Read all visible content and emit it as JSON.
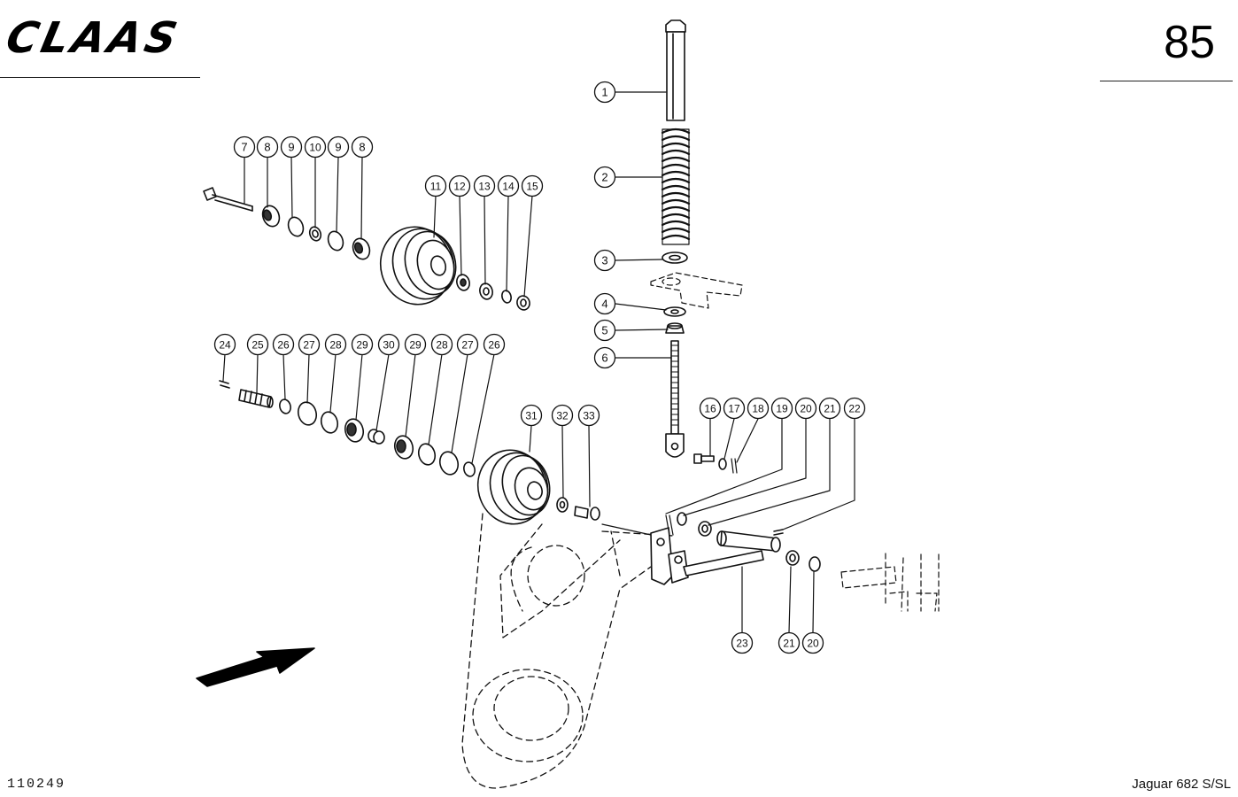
{
  "header": {
    "brand": "CLAAS",
    "page_number": "85"
  },
  "footer": {
    "document_code": "110249",
    "model": "Jaguar 682 S/SL"
  },
  "callouts": [
    {
      "id": "c1",
      "label": "1"
    },
    {
      "id": "c2",
      "label": "2"
    },
    {
      "id": "c3",
      "label": "3"
    },
    {
      "id": "c4",
      "label": "4"
    },
    {
      "id": "c5",
      "label": "5"
    },
    {
      "id": "c6",
      "label": "6"
    },
    {
      "id": "c7",
      "label": "7"
    },
    {
      "id": "c8a",
      "label": "8"
    },
    {
      "id": "c9a",
      "label": "9"
    },
    {
      "id": "c10",
      "label": "10"
    },
    {
      "id": "c9b",
      "label": "9"
    },
    {
      "id": "c8b",
      "label": "8"
    },
    {
      "id": "c11",
      "label": "11"
    },
    {
      "id": "c12",
      "label": "12"
    },
    {
      "id": "c13",
      "label": "13"
    },
    {
      "id": "c14",
      "label": "14"
    },
    {
      "id": "c15",
      "label": "15"
    },
    {
      "id": "c24",
      "label": "24"
    },
    {
      "id": "c25",
      "label": "25"
    },
    {
      "id": "c26a",
      "label": "26"
    },
    {
      "id": "c27a",
      "label": "27"
    },
    {
      "id": "c28a",
      "label": "28"
    },
    {
      "id": "c29a",
      "label": "29"
    },
    {
      "id": "c30",
      "label": "30"
    },
    {
      "id": "c29b",
      "label": "29"
    },
    {
      "id": "c28b",
      "label": "28"
    },
    {
      "id": "c27b",
      "label": "27"
    },
    {
      "id": "c26b",
      "label": "26"
    },
    {
      "id": "c31",
      "label": "31"
    },
    {
      "id": "c32",
      "label": "32"
    },
    {
      "id": "c33",
      "label": "33"
    },
    {
      "id": "c16",
      "label": "16"
    },
    {
      "id": "c17",
      "label": "17"
    },
    {
      "id": "c18",
      "label": "18"
    },
    {
      "id": "c19",
      "label": "19"
    },
    {
      "id": "c20a",
      "label": "20"
    },
    {
      "id": "c21a",
      "label": "21"
    },
    {
      "id": "c22",
      "label": "22"
    },
    {
      "id": "c23",
      "label": "23"
    },
    {
      "id": "c21b",
      "label": "21"
    },
    {
      "id": "c20b",
      "label": "20"
    }
  ]
}
